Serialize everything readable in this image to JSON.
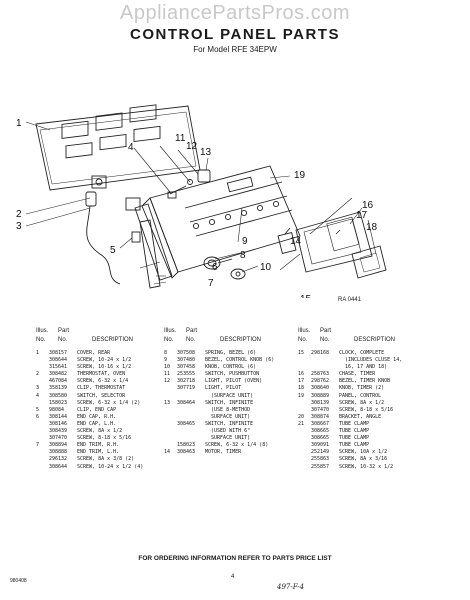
{
  "watermark": "AppliancePartsPros.com",
  "title": "CONTROL PANEL PARTS",
  "model": "For Model RFE 34EPW",
  "figure_id": "RA 0441",
  "callouts": [
    "1",
    "2",
    "3",
    "4",
    "5",
    "6",
    "7",
    "8",
    "9",
    "10",
    "11",
    "12",
    "13",
    "14",
    "15",
    "16",
    "17",
    "18",
    "19"
  ],
  "headers": {
    "illus": "Illus.",
    "part": "Part",
    "no": "No.",
    "no2": "No.",
    "description": "DESCRIPTION"
  },
  "columns": [
    [
      [
        "1",
        "308157",
        "COVER, REAR"
      ],
      [
        "",
        "308644",
        "SCREW, 10-24 x 1/2"
      ],
      [
        "",
        "315641",
        "SCREW, 10-16 x 1/2"
      ],
      [
        "2",
        "308482",
        "THERMOSTAT, OVEN"
      ],
      [
        "",
        "467084",
        "SCREW, 6-32 x 1/4"
      ],
      [
        "3",
        "358139",
        "CLIP, THERMOSTAT"
      ],
      [
        "4",
        "308580",
        "SWITCH, SELECTOR"
      ],
      [
        "",
        "158023",
        "SCREW, 6-32 x 1/4 (2)"
      ],
      [
        "5",
        "98084",
        "CLIP, END CAP"
      ],
      [
        "6",
        "308144",
        "END CAP, R.H."
      ],
      [
        "",
        "308146",
        "END CAP, L.H."
      ],
      [
        "",
        "308439",
        "SCREW, 8A x 1/2"
      ],
      [
        "",
        "307470",
        "SCREW, 8-18 x 5/16"
      ],
      [
        "7",
        "308894",
        "END TRIM, R.H."
      ],
      [
        "",
        "308888",
        "END TRIM, L.H."
      ],
      [
        "",
        "296132",
        "SCREW, 8A x 3/8 (2)"
      ],
      [
        "",
        "308644",
        "SCREW, 10-24 x 1/2 (4)"
      ]
    ],
    [
      [
        "8",
        "307508",
        "SPRING, BEZEL (6)"
      ],
      [
        "9",
        "307480",
        "BEZEL, CONTROL KNOB (6)"
      ],
      [
        "10",
        "307458",
        "KNOB, CONTROL (6)"
      ],
      [
        "11",
        "253555",
        "SWITCH, PUSHBUTTON"
      ],
      [
        "12",
        "302718",
        "LIGHT, PILOT (OVEN)"
      ],
      [
        "",
        "307719",
        "LIGHT, PILOT"
      ],
      [
        "",
        "",
        "  (SURFACE UNIT)"
      ],
      [
        "13",
        "308464",
        "SWITCH, INFINITE"
      ],
      [
        "",
        "",
        "  (USE 8-METHOD"
      ],
      [
        "",
        "",
        "  SURFACE UNIT)"
      ],
      [
        "",
        "308465",
        "SWITCH, INFINITE"
      ],
      [
        "",
        "",
        "  (USED WITH 6\""
      ],
      [
        "",
        "",
        "  SURFACE UNIT)"
      ],
      [
        "",
        "158023",
        "SCREW, 6-32 x 1/4 (8)"
      ],
      [
        "14",
        "308463",
        "MOTOR, TIMER"
      ]
    ],
    [
      [
        "15",
        "298168",
        "CLOCK, COMPLETE"
      ],
      [
        "",
        "",
        "  (INCLUDES CLUSE 14,"
      ],
      [
        "",
        "",
        "  16, 17 AND 18)"
      ],
      [
        "16",
        "258763",
        "CHASE, TIMER"
      ],
      [
        "17",
        "298762",
        "BEZEL, TIMER KNOB"
      ],
      [
        "18",
        "308640",
        "KNOB, TIMER (2)"
      ],
      [
        "19",
        "308889",
        "PANEL, CONTROL"
      ],
      [
        "",
        "308139",
        "SCREW, 8A x 1/2"
      ],
      [
        "",
        "307470",
        "SCREW, 8-18 x 5/16"
      ],
      [
        "20",
        "308874",
        "BRACKET, ANGLE"
      ],
      [
        "21",
        "308667",
        "TUBE CLAMP"
      ],
      [
        "",
        "308665",
        "TUBE CLAMP"
      ],
      [
        "",
        "308665",
        "TUBE CLAMP"
      ],
      [
        "",
        "309091",
        "TUBE CLAMP"
      ],
      [
        "",
        "252149",
        "SCREW, 10A x 1/2"
      ],
      [
        "",
        "255863",
        "SCREW, 8A x 3/16"
      ],
      [
        "",
        "255857",
        "SCREW, 10-32 x 1/2"
      ]
    ]
  ],
  "footer": "FOR ORDERING INFORMATION REFER TO PARTS PRICE LIST",
  "page_number": "4",
  "doc_code": "980408",
  "handwritten": "497-F-4"
}
